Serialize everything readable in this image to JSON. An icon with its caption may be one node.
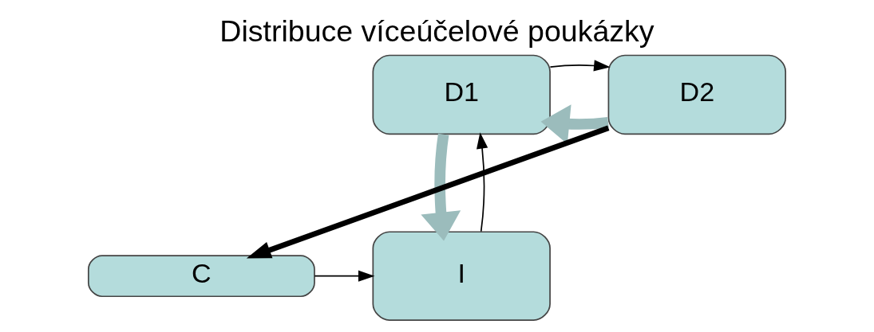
{
  "diagram": {
    "title": "Distribuce víceúčelové poukázky",
    "nodes": [
      {
        "text": [
          "D1"
        ]
      },
      {
        "text": [
          "D2"
        ]
      },
      {
        "text": [
          "I"
        ]
      },
      {
        "text": [
          "C"
        ]
      }
    ],
    "edges": [
      {
        "from": 1,
        "to": 0,
        "arrow": "to",
        "style": "thick",
        "color": "#9bbcbc"
      },
      {
        "from": 0,
        "to": 2,
        "arrow": "to",
        "style": "thick",
        "color": "#9bbcbc"
      },
      {
        "from": 2,
        "to": 0,
        "arrow": "to"
      },
      {
        "from": 0,
        "to": 1,
        "arrow": "to"
      },
      {
        "from": 1,
        "to": 3,
        "arrow": "to",
        "style": "thick"
      },
      {
        "from": 3,
        "to": 2,
        "arrow": "to"
      }
    ]
  }
}
